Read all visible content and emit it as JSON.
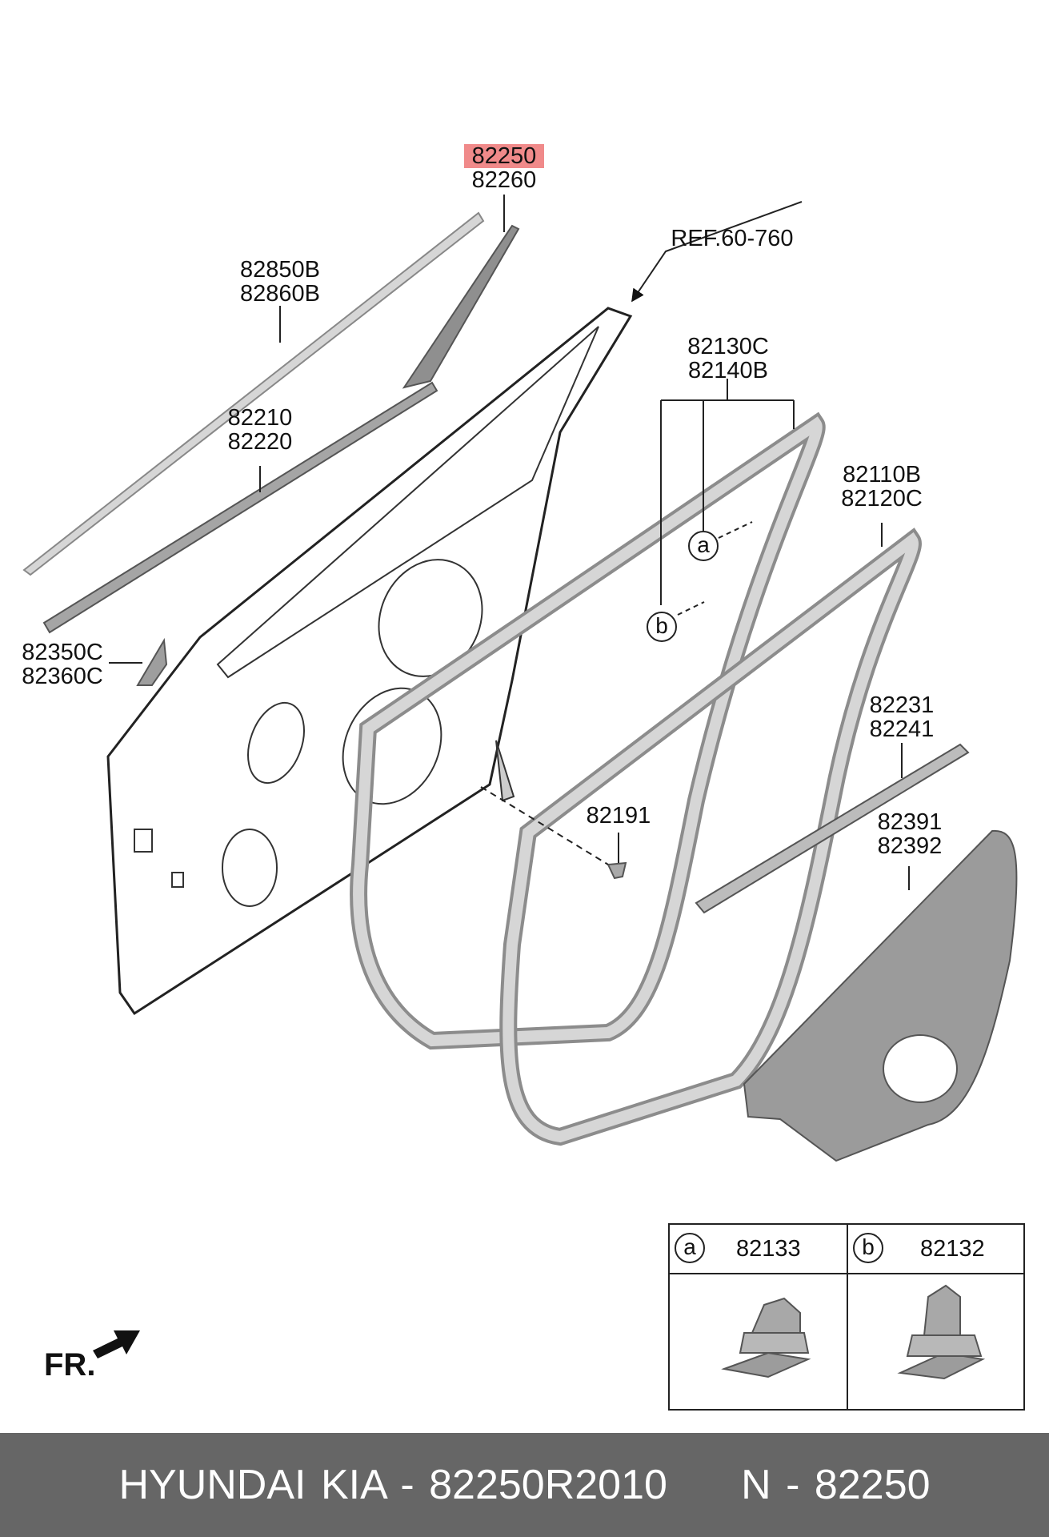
{
  "callouts": {
    "moulding_pillar": {
      "line1": "82250",
      "line2": "82260"
    },
    "ref": "REF.60-760",
    "roof_moulding": {
      "line1": "82850B",
      "line2": "82860B"
    },
    "weatherstrip_body": {
      "line1": "82130C",
      "line2": "82140B"
    },
    "belt_moulding": {
      "line1": "82210",
      "line2": "82220"
    },
    "weatherstrip_door": {
      "line1": "82110B",
      "line2": "82120C"
    },
    "corner_piece": {
      "line1": "82350C",
      "line2": "82360C"
    },
    "inner_belt": {
      "line1": "82231",
      "line2": "82241"
    },
    "plug": "82191",
    "trim_sheet": {
      "line1": "82391",
      "line2": "82392"
    },
    "marker_a": "a",
    "marker_b": "b"
  },
  "legend": {
    "a": {
      "marker": "a",
      "code": "82133"
    },
    "b": {
      "marker": "b",
      "code": "82132"
    }
  },
  "front_indicator": "FR.",
  "footer": "HYUNDAI KIA - 82250R2010     N - 82250",
  "colors": {
    "highlight": "#f08a8a",
    "footer_bg": "#666666",
    "part_fill": "#9b9b9b",
    "seal_fill": "#b0b0b0"
  }
}
